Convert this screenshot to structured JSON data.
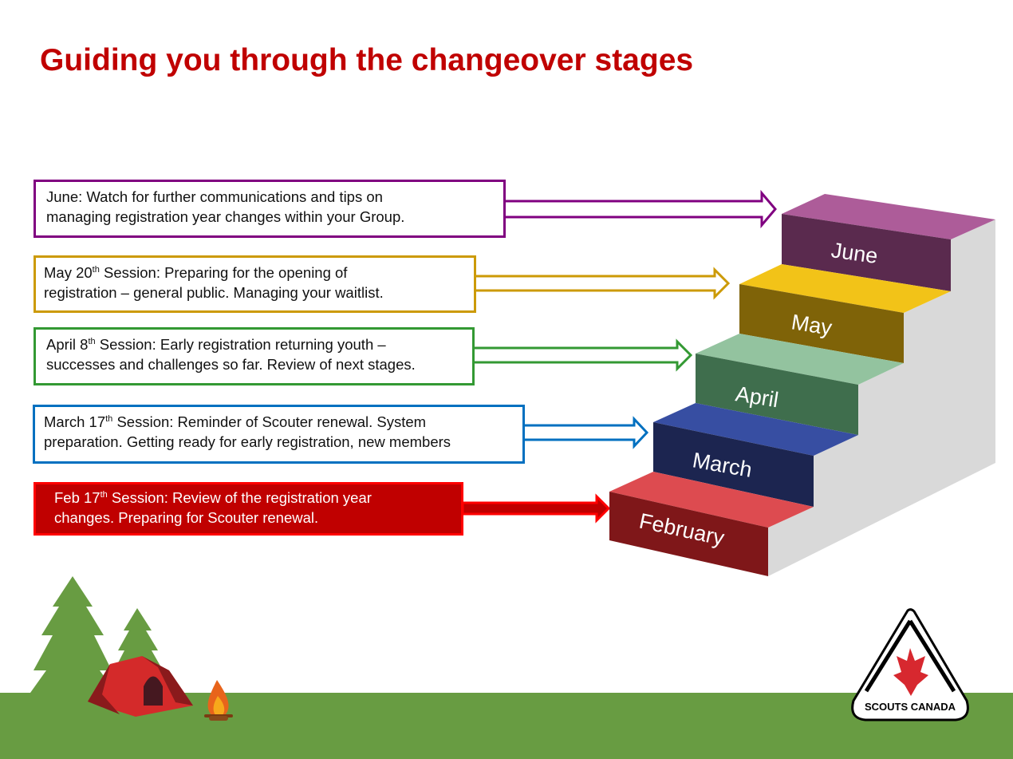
{
  "title": "Guiding you through the changeover stages",
  "stages": [
    {
      "step": "June",
      "line1": "June: Watch for further communications and tips on",
      "line2": "managing registration year changes within your Group.",
      "color": "#800080"
    },
    {
      "step": "May",
      "prefix": "May 20",
      "sup": "th",
      "line1_rest": " Session: Preparing for the opening of",
      "line2": "registration – general public. Managing your waitlist.",
      "color": "#CC9A06"
    },
    {
      "step": "April",
      "prefix": "April 8",
      "sup": "th",
      "line1_rest": " Session: Early registration returning youth –",
      "line2": "successes and challenges so far. Review of next stages.",
      "color": "#339933"
    },
    {
      "step": "March",
      "prefix": "March 17",
      "sup": "th",
      "line1_rest": " Session: Reminder of Scouter renewal. System",
      "line2": "preparation. Getting ready for early registration, new members",
      "color": "#0070C0"
    },
    {
      "step": "February",
      "prefix": "Feb 17",
      "sup": "th",
      "line1_rest": " Session: Review of the registration year",
      "line2": "changes. Preparing for Scouter renewal.",
      "color": "#C00000"
    }
  ],
  "logo": {
    "text": "SCOUTS CANADA"
  }
}
